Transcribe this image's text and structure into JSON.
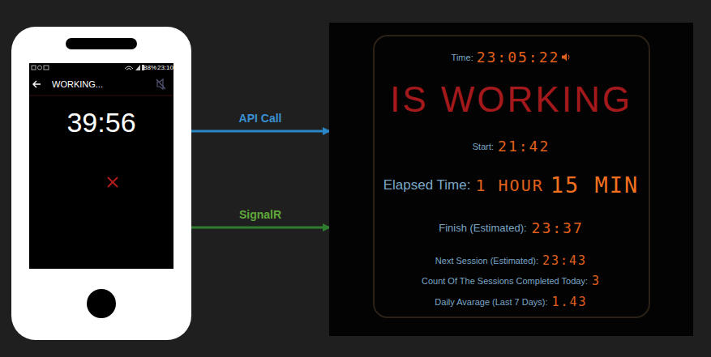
{
  "diagram": {
    "nodes": [
      {
        "text": [
          "WORKING...",
          "39:56"
        ]
      },
      {
        "text": [
          "Time:",
          "23:05:22",
          "IS WORKING",
          "Start:",
          "21:42",
          "Elapsed Time:",
          "1 HOUR",
          "15 MIN",
          "Finish (Estimated):",
          "23:37",
          "Next Session (Estimated):",
          "23:43",
          "Count Of The Sessions Completed Today:",
          "3",
          "Daily Avarage (Last 7 Days):",
          "1.43"
        ]
      }
    ],
    "edges": [
      {
        "from": 0,
        "to": 1,
        "arrow": "to",
        "label": "API Call"
      },
      {
        "from": 0,
        "to": 1,
        "arrow": "to",
        "label": "SignalR"
      }
    ],
    "labels": [
      "88%",
      "23:10"
    ]
  }
}
